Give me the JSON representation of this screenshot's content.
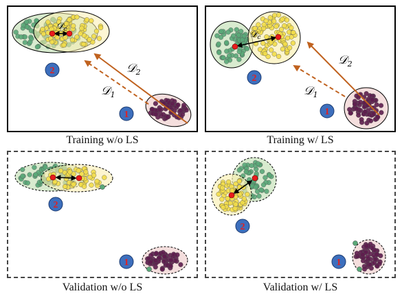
{
  "colors": {
    "green": "#5aa878",
    "green_fill": "#d8ebcf",
    "yellow": "#f2dd4a",
    "yellow_fill": "#fbefb0",
    "purple": "#5e1d4e",
    "pink_fill": "#f4dedd",
    "centroid": "#e81c1c",
    "distance_arrow": "#c0621f",
    "badge": "#3d6fbd",
    "badge_text": "#e02121"
  },
  "panels": [
    {
      "caption": "Training w/o LS",
      "border": "solid",
      "badges": [
        "2",
        "1"
      ],
      "labels": {
        "dc": "𝒟",
        "dc_sub": "c",
        "d1": "𝒟",
        "d1_sub": "1",
        "d2": "𝒟",
        "d2_sub": "2"
      }
    },
    {
      "caption": "Training w/ LS",
      "border": "solid",
      "badges": [
        "2",
        "1"
      ],
      "labels": {
        "dc": "𝒟",
        "dc_sub": "c",
        "d1": "𝒟",
        "d1_sub": "1",
        "d2": "𝒟",
        "d2_sub": "2"
      }
    },
    {
      "caption": "Validation w/o LS",
      "border": "dashed",
      "badges": [
        "2",
        "1"
      ]
    },
    {
      "caption": "Validation w/ LS",
      "border": "dashed",
      "badges": [
        "2",
        "1"
      ]
    }
  ]
}
